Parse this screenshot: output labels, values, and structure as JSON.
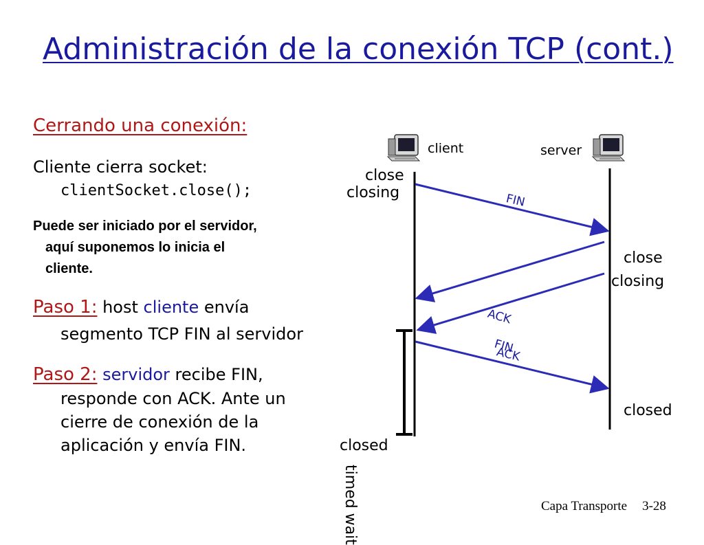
{
  "title": "Administración de la conexión TCP (cont.)",
  "left": {
    "heading": "Cerrando una conexión:",
    "l1": "Cliente cierra socket:",
    "code": "clientSocket.close();",
    "b1": "Puede ser iniciado por el servidor,",
    "b2": "aquí suponemos lo inicia el",
    "b3": "cliente.",
    "p1_label": "Paso 1:",
    "p1_t1": " host ",
    "p1_t2": "cliente",
    "p1_t3": " envía",
    "p1_l2": "segmento TCP FIN al servidor",
    "p2_label": "Paso 2:",
    "p2_t1": " ",
    "p2_t2": "servidor",
    "p2_t3": " recibe FIN,",
    "p2_l2": "responde con ACK. Ante un",
    "p2_l3": "cierre de conexión de la",
    "p2_l4": "aplicación y envía FIN."
  },
  "diagram": {
    "client_label": "client",
    "server_label": "server",
    "client_close": "close",
    "client_closing": "closing",
    "server_close": "close",
    "server_closing": "closing",
    "server_closed": "closed",
    "client_closed": "closed",
    "timed_wait": "timed wait",
    "arrow_fin1": "FIN",
    "arrow_ack1": "ACK",
    "arrow_fin2": "FIN",
    "arrow_ack2": "ACK",
    "colors": {
      "arrow": "#2b2bb5",
      "line": "#000000"
    },
    "icons": [
      "computer-icon",
      "computer-icon"
    ]
  },
  "footer": {
    "label": "Capa Transporte",
    "page": "3-28"
  }
}
